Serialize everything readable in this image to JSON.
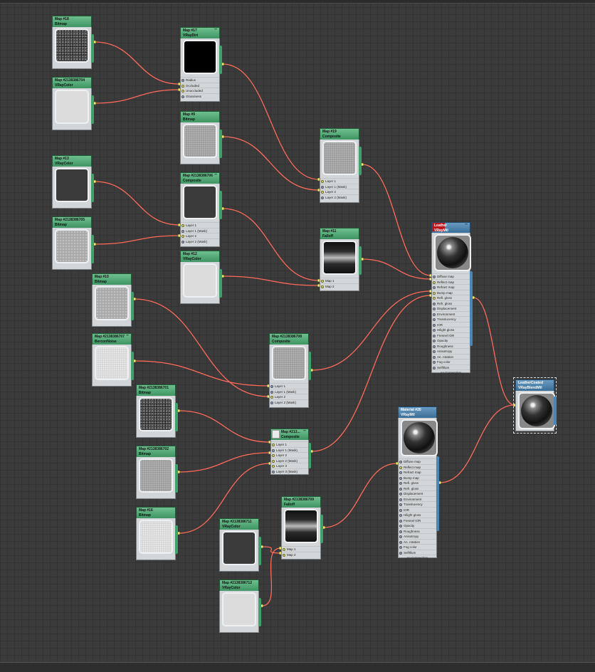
{
  "colors": {
    "wire": "#ff6a5a",
    "node_header": "#4fa673",
    "material_header": "#4d80aa",
    "canvas": "#3b3b3b"
  },
  "nodes": {
    "map18": {
      "title": "Map #18",
      "type": "Bitmap"
    },
    "map704": {
      "title": "Map #2138386704",
      "type": "VRayColor"
    },
    "map13": {
      "title": "Map #13",
      "type": "VRayColor"
    },
    "map705": {
      "title": "Map #2138386705",
      "type": "Bitmap"
    },
    "map17": {
      "title": "Map #17",
      "type": "VRayDirt",
      "slots": [
        "Radius",
        "Occluded",
        "Unoccluded",
        "Glossiness"
      ]
    },
    "map9": {
      "title": "Map #9",
      "type": "Bitmap"
    },
    "map706": {
      "title": "Map #2138386706",
      "type": "Composite",
      "slots": [
        "Layer 1",
        "Layer 1 (Mask)",
        "Layer 2",
        "Layer 2 (Mask)"
      ]
    },
    "map12": {
      "title": "Map #12",
      "type": "VRayColor"
    },
    "map19": {
      "title": "Map #19",
      "type": "Composite",
      "slots": [
        "Layer 1",
        "Layer 1 (Mask)",
        "Layer 2",
        "Layer 2 (Mask)"
      ]
    },
    "map11": {
      "title": "Map #11",
      "type": "Falloff",
      "slots": [
        "Map 1",
        "Map 2"
      ]
    },
    "map10": {
      "title": "Map #10",
      "type": "Bitmap"
    },
    "map707": {
      "title": "Map #2138386707",
      "type": "BerconNoise"
    },
    "map708": {
      "title": "Map #2138386708",
      "type": "Composite",
      "slots": [
        "Layer 1",
        "Layer 1 (Mask)",
        "Layer 2",
        "Layer 2 (Mask)"
      ]
    },
    "map701": {
      "title": "Map #2138386701",
      "type": "Bitmap"
    },
    "map702": {
      "title": "Map #2138386702",
      "type": "Bitmap"
    },
    "map16": {
      "title": "Map #16",
      "type": "Bitmap"
    },
    "map213": {
      "title": "Map #213...",
      "type": "Composite",
      "slots": [
        "Layer 1",
        "Layer 1 (Mask)",
        "Layer 2",
        "Layer 2 (Mask)",
        "Layer 3",
        "Layer 3 (Mask)"
      ]
    },
    "map709": {
      "title": "Map #2138386709",
      "type": "Falloff",
      "slots": [
        "Map 1",
        "Map 2"
      ]
    },
    "map711": {
      "title": "Map #2138386711",
      "type": "VRayColor"
    },
    "map712": {
      "title": "Map #2138386712",
      "type": "VRayColor"
    },
    "leather": {
      "title": "Leather",
      "type": "VRayMtl",
      "slots": [
        "Diffuse map",
        "Reflect map",
        "Refract map",
        "Bump map",
        "Refl. gloss",
        "Refr. gloss",
        "Displacement",
        "Environment",
        "Translucency",
        "IOR",
        "Hilight gloss",
        "Fresnel IOR",
        "Opacity",
        "Roughness",
        "Anisotropy",
        "An. rotation",
        "Fog color",
        "SelfIllum"
      ],
      "footer": "no Connection"
    },
    "mat20": {
      "title": "Material #20",
      "type": "VRayMtl",
      "slots": [
        "Diffuse map",
        "Reflect map",
        "Refract map",
        "Bump map",
        "Refl. gloss",
        "Refr. gloss",
        "Displacement",
        "Environment",
        "Translucency",
        "IOR",
        "Hilight gloss",
        "Fresnel IOR",
        "Opacity",
        "Roughness",
        "Anisotropy",
        "An. rotation",
        "Fog color",
        "SelfIllum"
      ],
      "footer": "no Connection"
    },
    "blend": {
      "title": "LeatherCoated",
      "type": "VRayBlendMtl"
    }
  },
  "minimize_glyph": "–"
}
